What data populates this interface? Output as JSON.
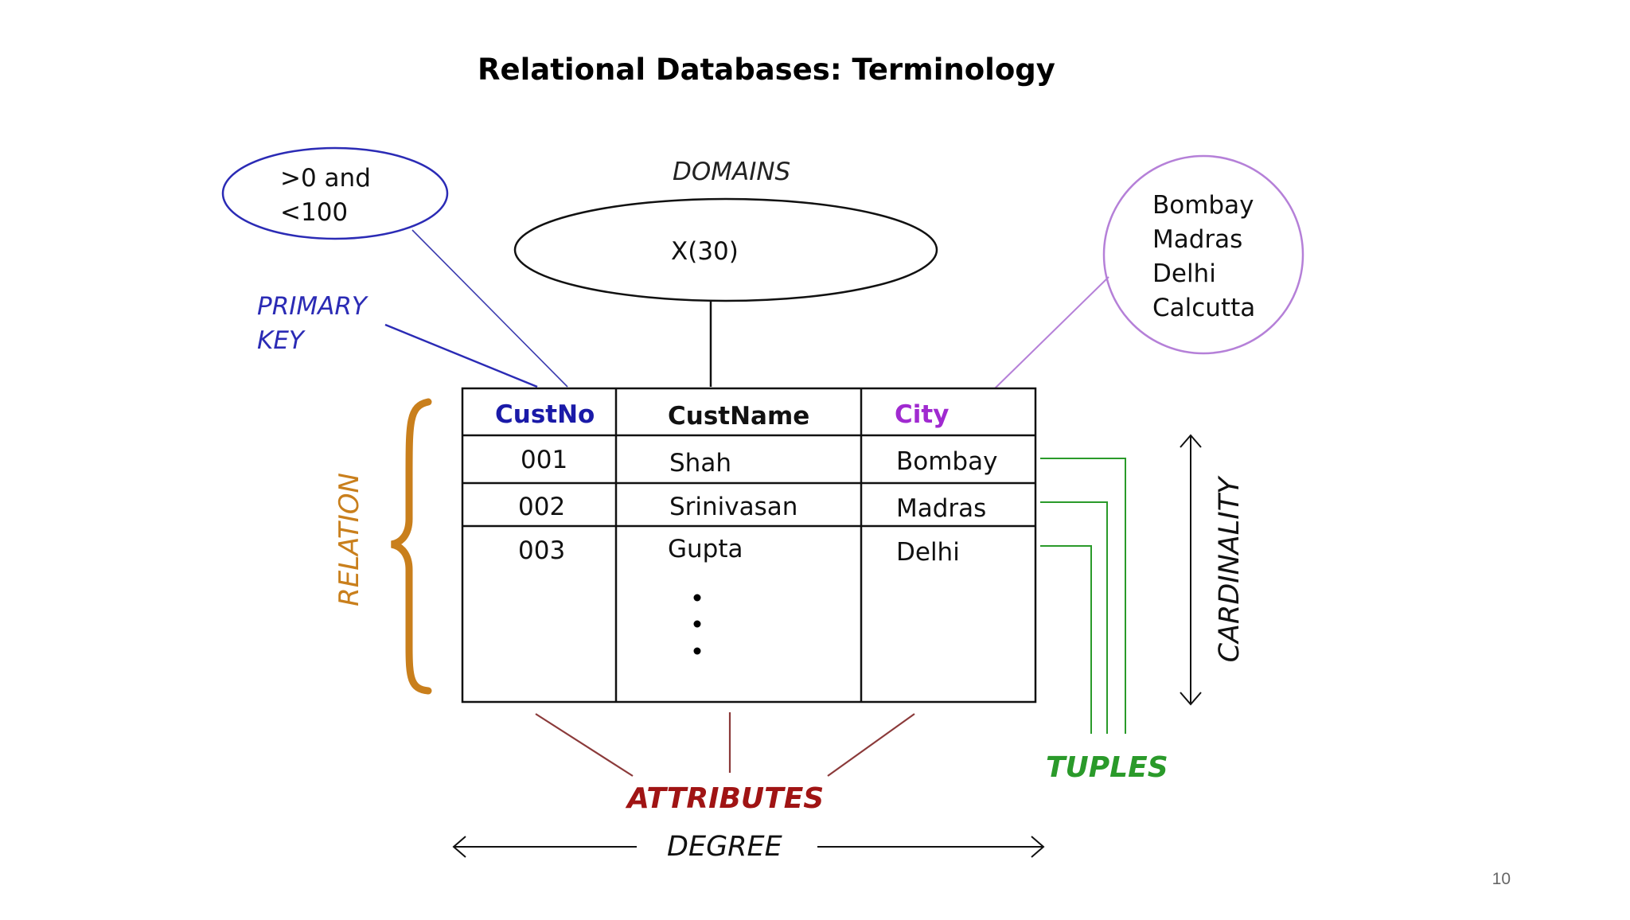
{
  "title": "Relational Databases: Terminology",
  "page_number": "10",
  "domains": {
    "label": "DOMAINS",
    "domain_value": "X(30)",
    "range_line1": ">0 and",
    "range_line2": "<100",
    "cities": [
      "Bombay",
      "Madras",
      "Delhi",
      "Calcutta"
    ]
  },
  "primary_key": {
    "line1": "PRIMARY",
    "line2": "KEY"
  },
  "relation_label": "RELATION",
  "cardinality_label": "CARDINALITY",
  "tuples_label": "TUPLES",
  "attributes_label": "ATTRIBUTES",
  "degree_label": "DEGREE",
  "table": {
    "headers": [
      "CustNo",
      "CustName",
      "City"
    ],
    "rows": [
      [
        "001",
        "Shah",
        "Bombay"
      ],
      [
        "002",
        "Srinivasan",
        "Madras"
      ],
      [
        "003",
        "Gupta",
        "Delhi"
      ]
    ]
  },
  "colors": {
    "primary_key": "#2b2bb5",
    "custno_header": "#1a1aa8",
    "city_header": "#a02ad0",
    "relation": "#c97f1c",
    "tuples": "#2a9a2a",
    "attributes": "#a01414",
    "cities_ellipse": "#b580d8"
  }
}
